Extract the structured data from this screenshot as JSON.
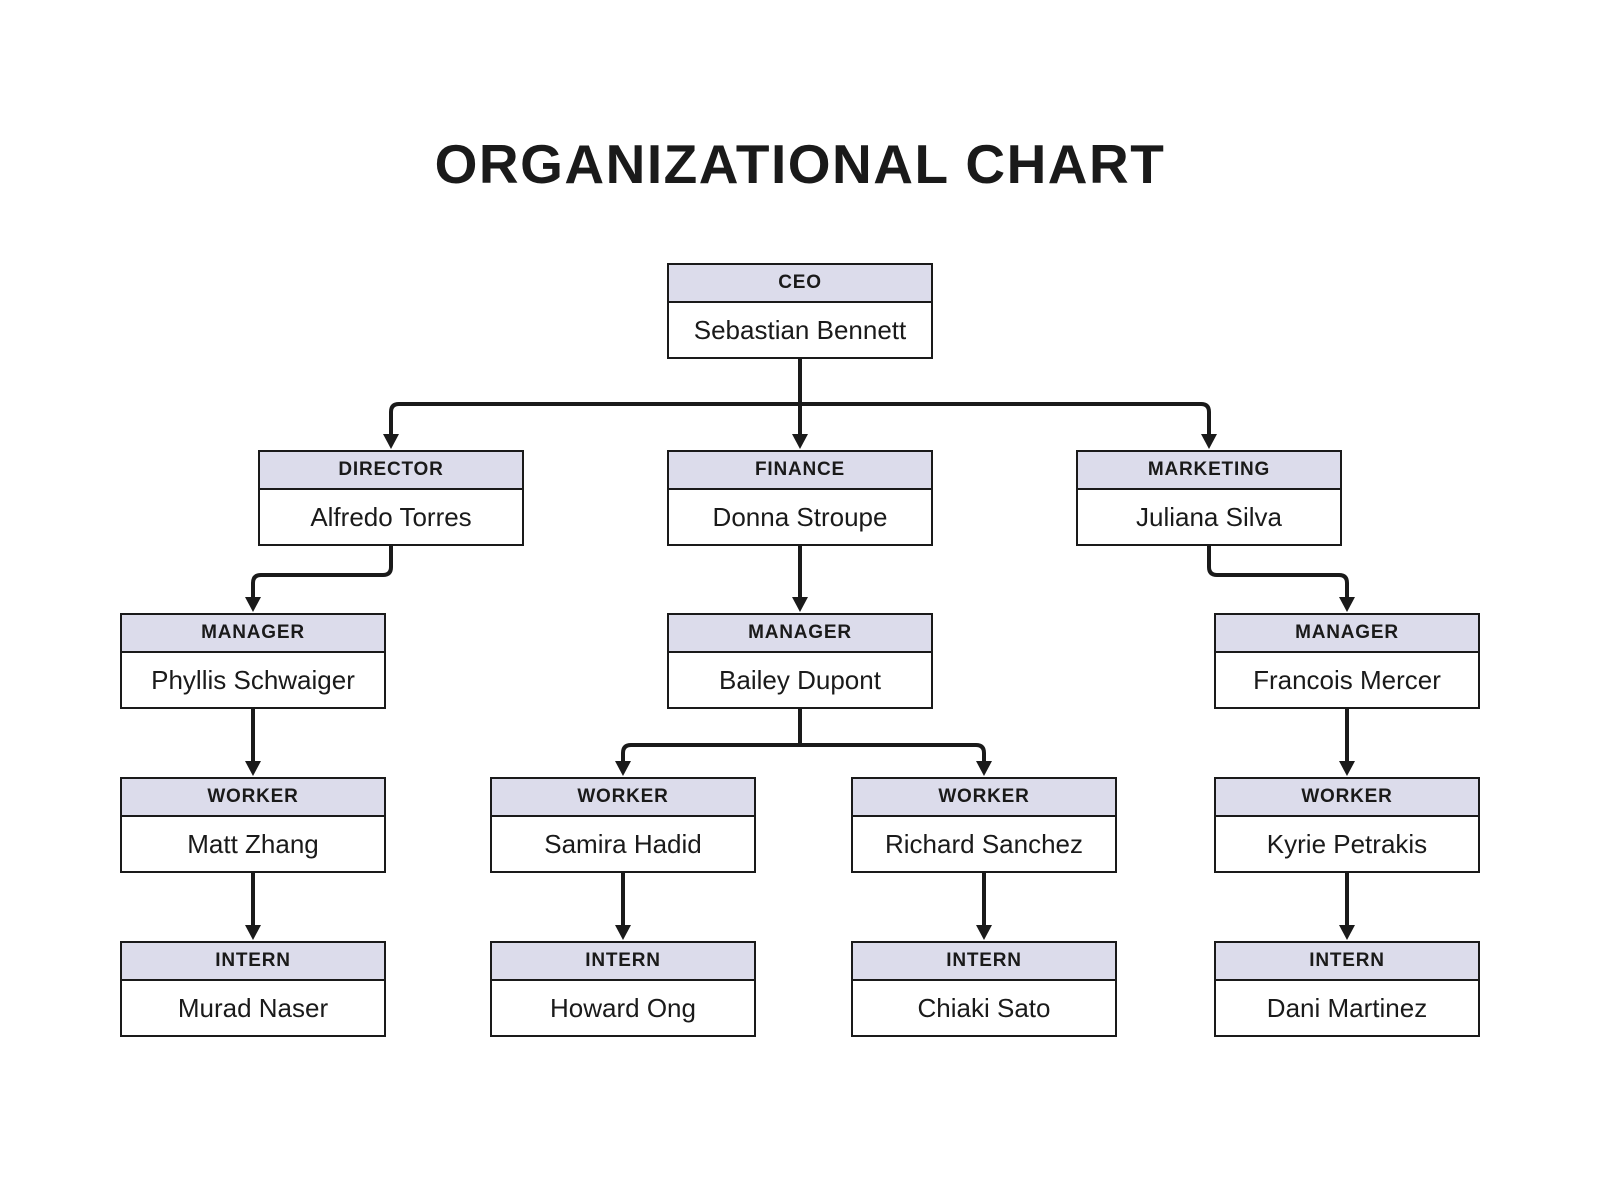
{
  "title": "ORGANIZATIONAL CHART",
  "palette": {
    "header_bg": "#dcdceb",
    "box_bg": "#ffffff",
    "page_bg": "#ffffff",
    "line": "#1a1a1a",
    "text": "#1a1a1a"
  },
  "nodes": [
    {
      "id": "ceo",
      "role": "CEO",
      "name": "Sebastian Bennett",
      "reports_to": null
    },
    {
      "id": "director",
      "role": "DIRECTOR",
      "name": "Alfredo Torres",
      "reports_to": "ceo"
    },
    {
      "id": "finance",
      "role": "FINANCE",
      "name": "Donna Stroupe",
      "reports_to": "ceo"
    },
    {
      "id": "marketing",
      "role": "MARKETING",
      "name": "Juliana Silva",
      "reports_to": "ceo"
    },
    {
      "id": "manager-director",
      "role": "MANAGER",
      "name": "Phyllis Schwaiger",
      "reports_to": "director"
    },
    {
      "id": "manager-finance",
      "role": "MANAGER",
      "name": "Bailey Dupont",
      "reports_to": "finance"
    },
    {
      "id": "manager-marketing",
      "role": "MANAGER",
      "name": "Francois Mercer",
      "reports_to": "marketing"
    },
    {
      "id": "worker-director",
      "role": "WORKER",
      "name": "Matt Zhang",
      "reports_to": "manager-director"
    },
    {
      "id": "worker-finance-1",
      "role": "WORKER",
      "name": "Samira Hadid",
      "reports_to": "manager-finance"
    },
    {
      "id": "worker-finance-2",
      "role": "WORKER",
      "name": "Richard Sanchez",
      "reports_to": "manager-finance"
    },
    {
      "id": "worker-marketing",
      "role": "WORKER",
      "name": "Kyrie Petrakis",
      "reports_to": "manager-marketing"
    },
    {
      "id": "intern-director",
      "role": "INTERN",
      "name": "Murad Naser",
      "reports_to": "worker-director"
    },
    {
      "id": "intern-finance-1",
      "role": "INTERN",
      "name": "Howard Ong",
      "reports_to": "worker-finance-1"
    },
    {
      "id": "intern-finance-2",
      "role": "INTERN",
      "name": "Chiaki Sato",
      "reports_to": "worker-finance-2"
    },
    {
      "id": "intern-marketing",
      "role": "INTERN",
      "name": "Dani Martinez",
      "reports_to": "worker-marketing"
    }
  ]
}
